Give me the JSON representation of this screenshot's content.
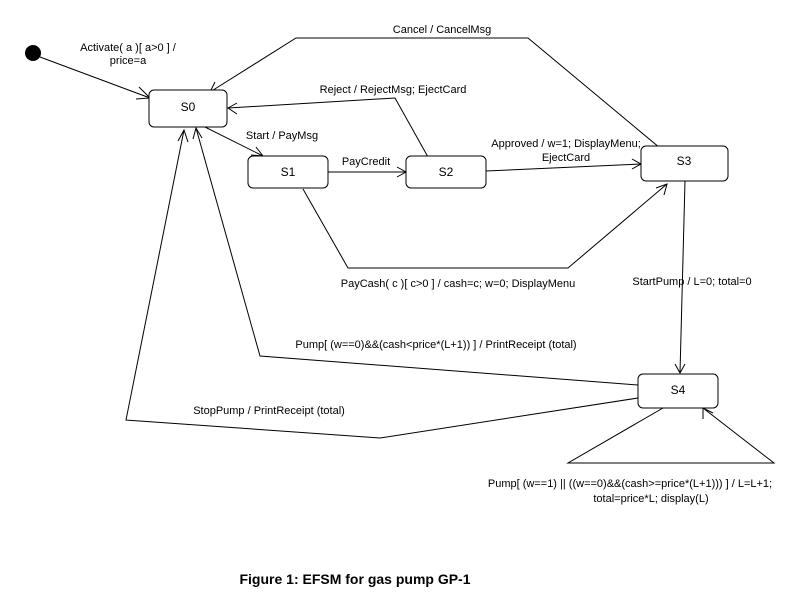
{
  "diagram": {
    "states": {
      "s0": "S0",
      "s1": "S1",
      "s2": "S2",
      "s3": "S3",
      "s4": "S4"
    },
    "transitions": {
      "init_to_s0": [
        "Activate( a )[ a>0 ] /",
        "price=a"
      ],
      "s3_to_s0": [
        "Cancel / CancelMsg"
      ],
      "s2_to_s0": [
        "Reject / RejectMsg; EjectCard"
      ],
      "s0_to_s1": [
        "Start / PayMsg"
      ],
      "s1_to_s2": [
        "PayCredit"
      ],
      "s2_to_s3": [
        "Approved / w=1; DisplayMenu;",
        "EjectCard"
      ],
      "s1_to_s3": [
        "PayCash( c )[ c>0 ] / cash=c; w=0; DisplayMenu"
      ],
      "s3_to_s4": [
        "StartPump / L=0; total=0"
      ],
      "s4_to_s0_pump": [
        "Pump[ (w==0)&&(cash<price*(L+1)) ] / PrintReceipt (total)"
      ],
      "s4_to_s0_stop": [
        "StopPump / PrintReceipt (total)"
      ],
      "s4_self": [
        "Pump[ (w==1) || ((w==0)&&(cash>=price*(L+1))) ] / L=L+1;",
        "total=price*L; display(L)"
      ]
    },
    "caption": "Figure 1: EFSM for gas pump GP-1",
    "colors": {
      "line": "#000000",
      "background": "#ffffff"
    }
  }
}
